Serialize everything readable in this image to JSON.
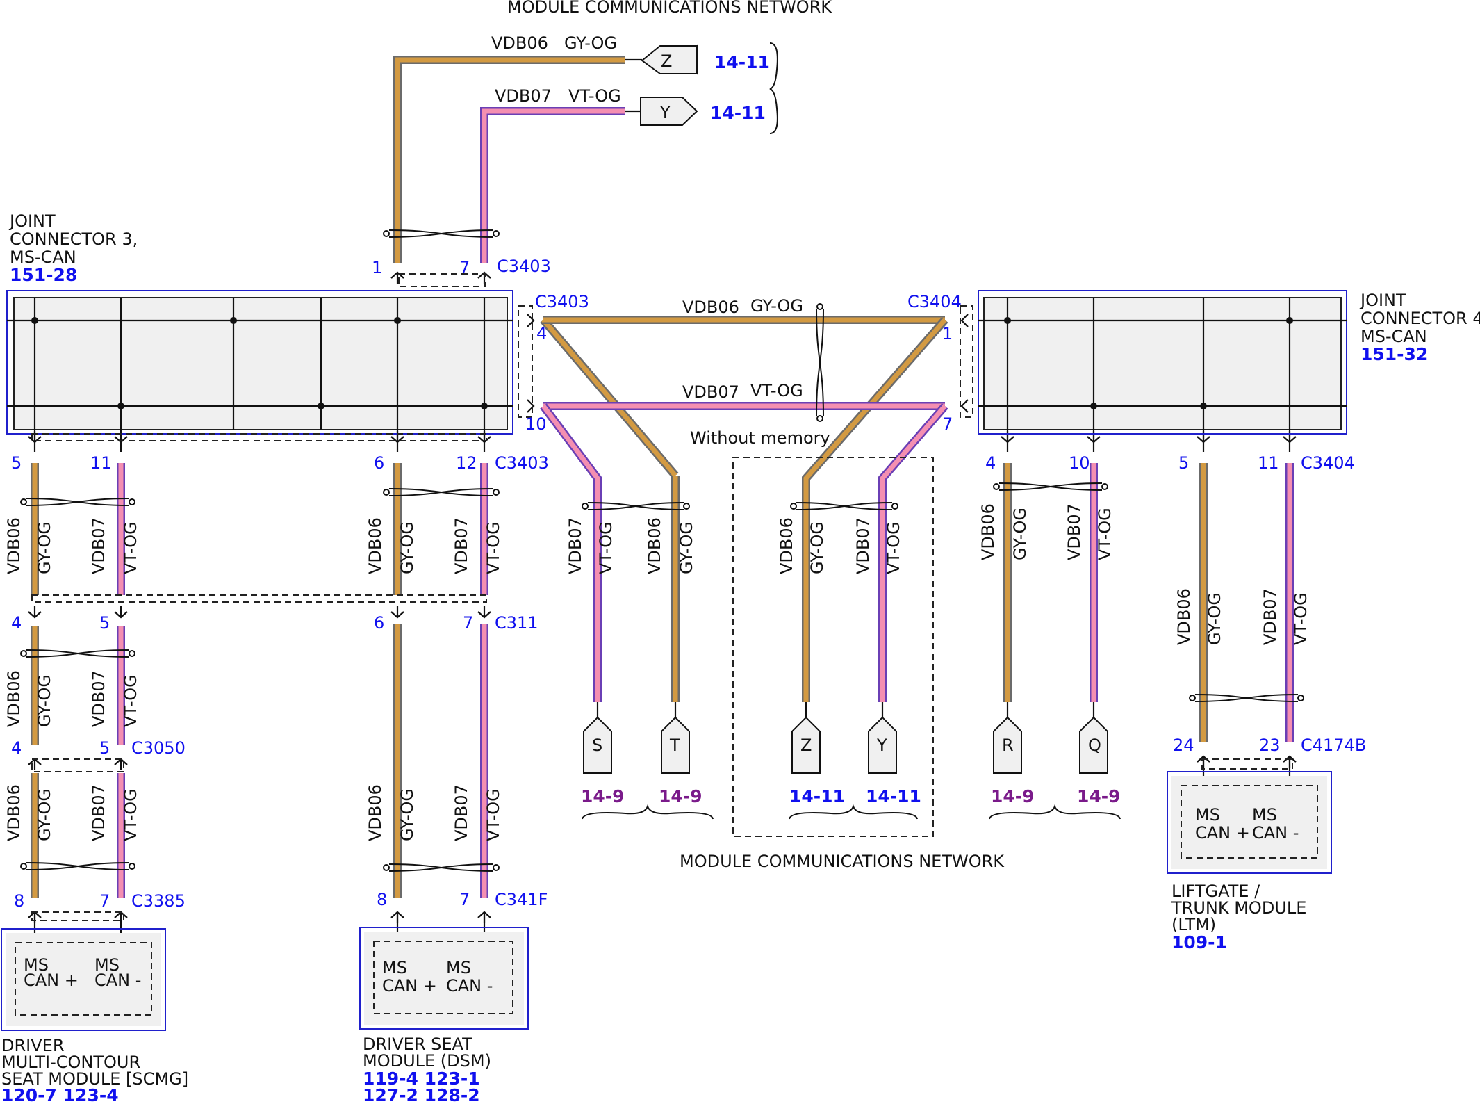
{
  "colors": {
    "gy_og_core": "#d39a42",
    "gy_og_edge": "#6b6b6b",
    "vt_og_core": "#f48fb1",
    "vt_og_edge": "#6a3fb5",
    "ref_blue": "#1010ee",
    "ref_purple": "#7a1a8a",
    "frame_blue": "#2020cc"
  },
  "wires": {
    "vdb06": "VDB06",
    "vdb07": "VDB07",
    "gy_og": "GY-OG",
    "vt_og": "VT-OG"
  },
  "network": {
    "top_title": "MODULE COMMUNICATIONS NETWORK",
    "bottom_title": "MODULE COMMUNICATIONS NETWORK",
    "without_memory": "Without memory"
  },
  "top_flags": [
    {
      "letter": "Z",
      "ref": "14-11"
    },
    {
      "letter": "Y",
      "ref": "14-11"
    }
  ],
  "joint3": {
    "lines": [
      "JOINT",
      "CONNECTOR 3,",
      "MS-CAN"
    ],
    "ref": "151-28"
  },
  "joint4": {
    "lines": [
      "JOINT",
      "CONNECTOR 4,",
      "MS-CAN"
    ],
    "ref": "151-32"
  },
  "connectors": {
    "c3403": "C3403",
    "c3404": "C3404",
    "c311": "C311",
    "c3050": "C3050",
    "c3385": "C3385",
    "c341f": "C341F",
    "c4174b": "C4174B"
  },
  "pins": {
    "top1": "1",
    "top7": "7",
    "j3_5": "5",
    "j3_11": "11",
    "j3_6": "6",
    "j3_12": "12",
    "l2_4": "4",
    "l2_5": "5",
    "l2_6": "6",
    "l2_7": "7",
    "l3_4": "4",
    "l3_5": "5",
    "l4_8": "8",
    "l4_7": "7",
    "l4_8b": "8",
    "l4_7b": "7",
    "j3r_4": "4",
    "j3r_10": "10",
    "j4l_1": "1",
    "j4l_7": "7",
    "j4_4": "4",
    "j4_10": "10",
    "j4_5": "5",
    "j4_11": "11",
    "ltm_24": "24",
    "ltm_23": "23"
  },
  "bottom_flags": [
    {
      "letter": "S",
      "ref": "14-9"
    },
    {
      "letter": "T",
      "ref": "14-9"
    },
    {
      "letter": "Z",
      "ref": "14-11"
    },
    {
      "letter": "Y",
      "ref": "14-11"
    },
    {
      "letter": "R",
      "ref": "14-9"
    },
    {
      "letter": "Q",
      "ref": "14-9"
    }
  ],
  "modules": {
    "can_ms": "MS",
    "can_plus": "CAN +",
    "can_minus": "CAN -",
    "scmg": {
      "lines": [
        "DRIVER",
        "MULTI-CONTOUR",
        "SEAT MODULE [SCMG]"
      ],
      "refs": "120-7 123-4"
    },
    "dsm": {
      "lines": [
        "DRIVER SEAT",
        "MODULE (DSM)"
      ],
      "refs1": "119-4 123-1",
      "refs2": "127-2 128-2"
    },
    "ltm": {
      "lines": [
        "LIFTGATE /",
        "TRUNK MODULE",
        "(LTM)"
      ],
      "ref": "109-1"
    }
  }
}
